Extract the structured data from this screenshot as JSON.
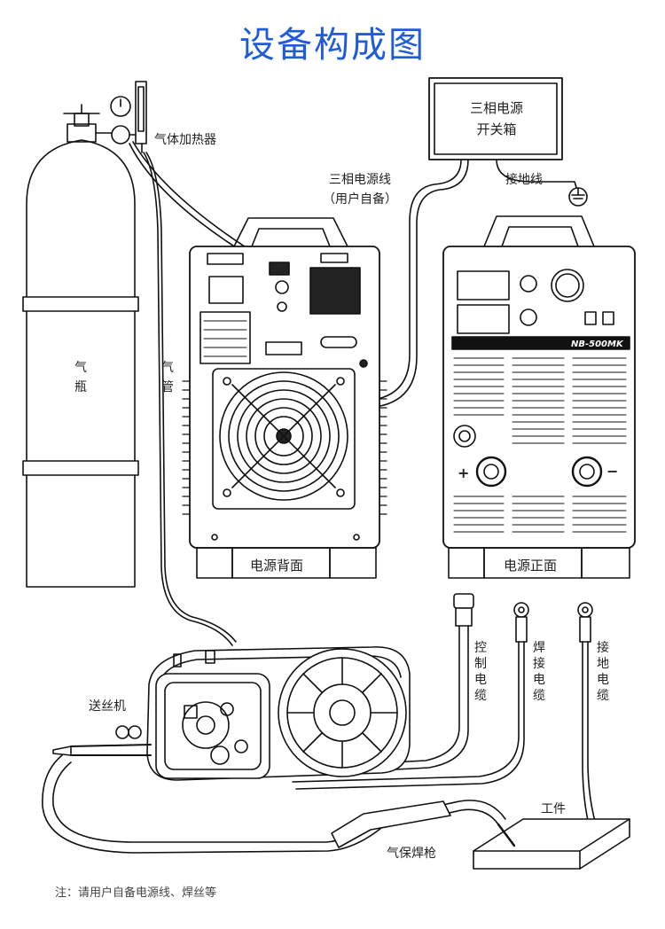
{
  "title": "设备构成图",
  "labels": {
    "gas_heater": "气体加热器",
    "power_box": "三相电源\n开关箱",
    "power_cable": "三相电源线\n（用户自备）",
    "ground_wire": "接地线",
    "gas_cylinder": "气\n瓶",
    "gas_hose": "气\n管",
    "rear_panel": "电源背面",
    "front_panel": "电源正面",
    "model": "NB-500MK",
    "control_cable": "控制电缆",
    "welding_cable": "焊接电缆",
    "ground_cable": "接地电缆",
    "wire_feeder": "送丝机",
    "workpiece": "工件",
    "torch": "气保焊枪",
    "plus": "+",
    "minus": "−"
  },
  "note": "注：请用户自备电源线、焊丝等"
}
